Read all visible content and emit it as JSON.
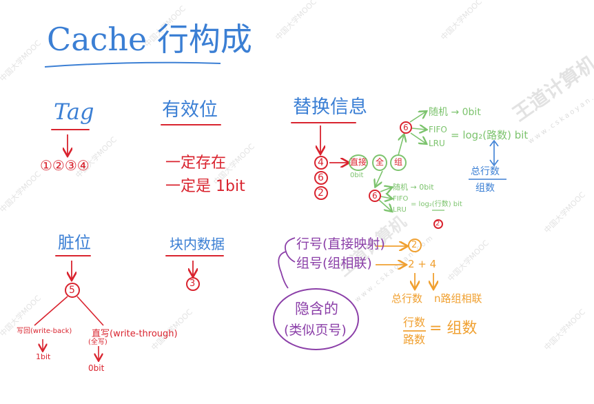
{
  "colors": {
    "blue": "#3b7fd4",
    "red": "#d9232e",
    "green": "#7cc36d",
    "purple": "#8b3fa8",
    "orange": "#f0a030",
    "watermark": "#b0b0b0"
  },
  "title": "Cache 行构成",
  "tag": {
    "label": "Tag",
    "items": "①②③④"
  },
  "valid_bit": {
    "label": "有效位",
    "line1": "一定存在",
    "line2": "一定是 1bit"
  },
  "dirty_bit": {
    "label": "脏位",
    "num": "5",
    "write_back": "写回(write-back)",
    "write_back_bits": "1bit",
    "write_through": "直写(write-through)",
    "write_through_sub": "(全写)",
    "write_through_bits": "0bit"
  },
  "block_data": {
    "label": "块内数据",
    "num": "3"
  },
  "replacement": {
    "label": "替换信息",
    "nums": [
      "4",
      "6",
      "2"
    ],
    "direct": "直接",
    "direct_bits": "0bit",
    "full": "全",
    "set": "组",
    "upper_num": "6",
    "upper_random": "随机 → 0bit",
    "upper_fifo": "FIFO",
    "upper_lru": "LRU",
    "upper_formula": "= log₂(路数) bit",
    "total_lines": "总行数",
    "groups": "组数",
    "lower_num": "6",
    "lower_random": "随机 → 0bit",
    "lower_fifo": "FIFO",
    "lower_lru": "LRU",
    "lower_formula": "= log₂(行数) bit",
    "lower_bottom": "2"
  },
  "hidden": {
    "line_no": "行号(直接映射)",
    "set_no": "组号(组相联)",
    "circle_text_1": "隐含的",
    "circle_text_2": "(类似页号)",
    "line_num": "2",
    "set_num": "2 + 4",
    "total_lines": "总行数",
    "n_way": "n路组相联",
    "frac_top": "行数",
    "frac_bottom": "路数",
    "result": "= 组数"
  },
  "watermarks": [
    "中国大学MOOC",
    "中国大学MOOC",
    "中国大学MOOC",
    "中国大学MOOC",
    "中国大学MOOC",
    "中国大学MOOC",
    "中国大学MOOC",
    "中国大学MOOC",
    "中国大学MOOC",
    "中国大学MOOC",
    "中国大学MOOC",
    "中国大学MOOC"
  ],
  "brand": {
    "name": "王道计算机",
    "url": "www.cskaoyan.com"
  }
}
